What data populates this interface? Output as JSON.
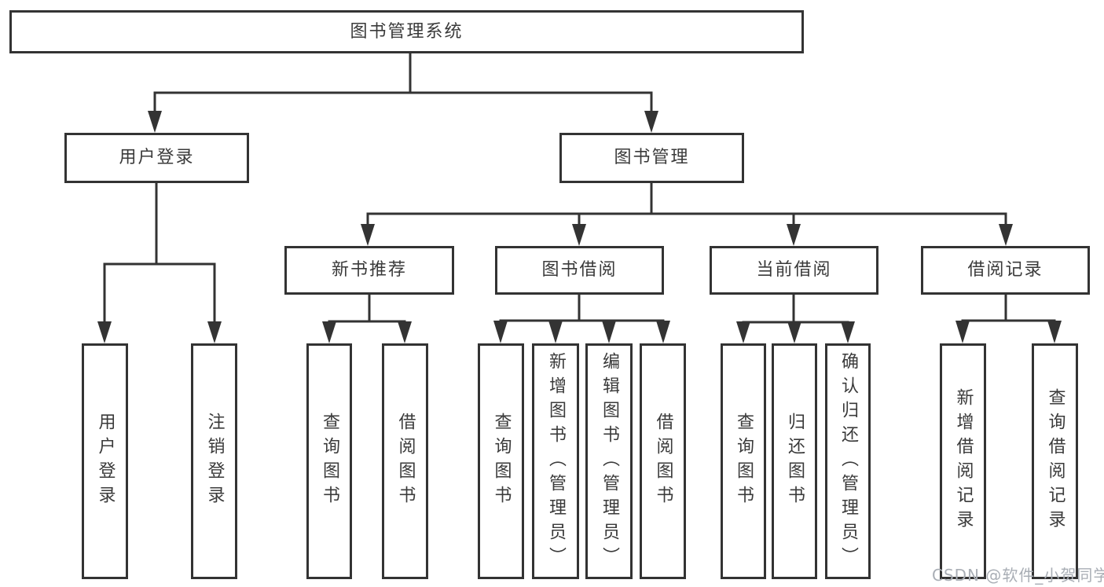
{
  "watermark": "CSDN @软件_小贺同学",
  "colors": {
    "line": "#333333",
    "text": "#3a3a3a",
    "watermark": "#a9aeb5",
    "background": "#ffffff"
  },
  "tree": {
    "root": {
      "label": "图书管理系统",
      "children": [
        {
          "label": "用户登录",
          "children": [
            {
              "label": "用户登录"
            },
            {
              "label": "注销登录"
            }
          ]
        },
        {
          "label": "图书管理",
          "children": [
            {
              "label": "新书推荐",
              "children": [
                {
                  "label": "查询图书"
                },
                {
                  "label": "借阅图书"
                }
              ]
            },
            {
              "label": "图书借阅",
              "children": [
                {
                  "label": "查询图书"
                },
                {
                  "label": "新增图书（管理员）"
                },
                {
                  "label": "编辑图书（管理员）"
                },
                {
                  "label": "借阅图书"
                }
              ]
            },
            {
              "label": "当前借阅",
              "children": [
                {
                  "label": "查询图书"
                },
                {
                  "label": "归还图书"
                },
                {
                  "label": "确认归还（管理员）"
                }
              ]
            },
            {
              "label": "借阅记录",
              "children": [
                {
                  "label": "新增借阅记录"
                },
                {
                  "label": "查询借阅记录"
                }
              ]
            }
          ]
        }
      ]
    }
  }
}
